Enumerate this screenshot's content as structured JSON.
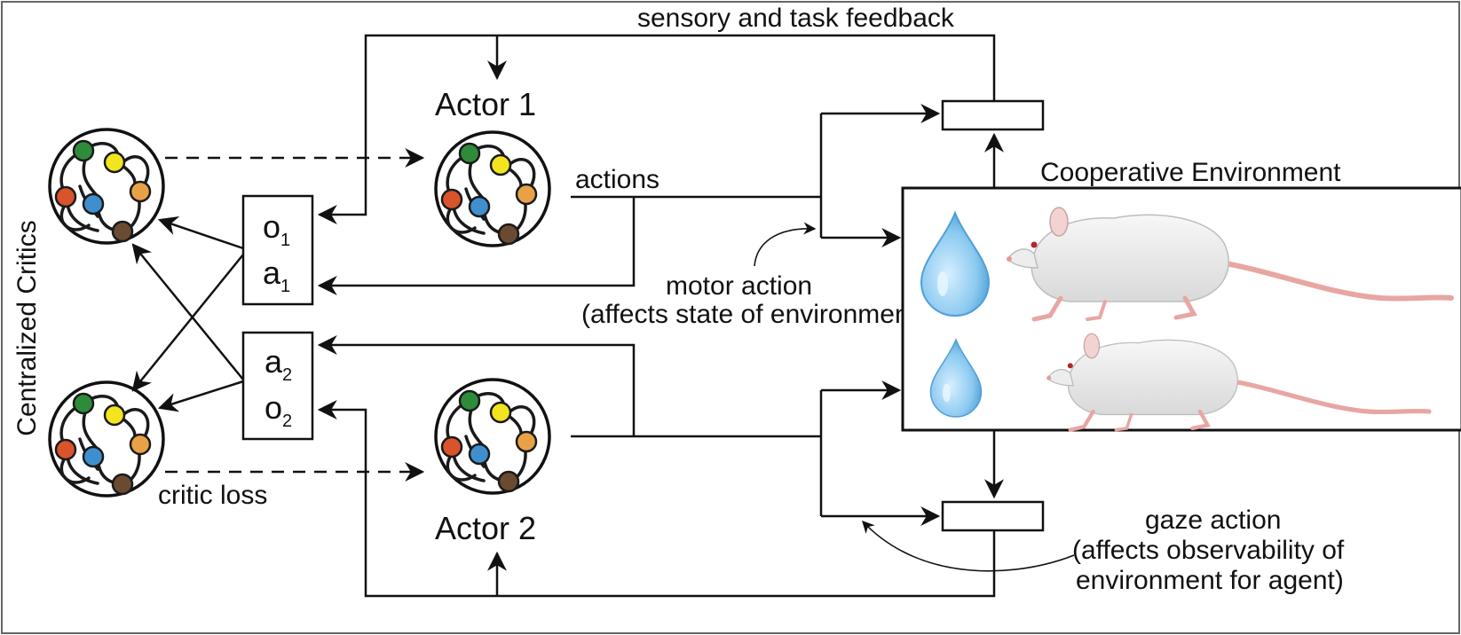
{
  "labels": {
    "feedback": "sensory and task feedback",
    "actor1": "Actor 1",
    "actor2": "Actor 2",
    "actions": "actions",
    "critics": "Centralized Critics",
    "critic_loss": "critic loss",
    "environment": "Cooperative Environment",
    "motor_action_1": "motor action",
    "motor_action_2": "(affects state of environment)",
    "gaze_action_1": "gaze action",
    "gaze_action_2": "(affects observability of",
    "gaze_action_3": "environment for agent)"
  },
  "box1": {
    "l1": "o",
    "s1": "1",
    "l2": "a",
    "s2": "1"
  },
  "box2": {
    "l1": "a",
    "s1": "2",
    "l2": "o",
    "s2": "2"
  },
  "node_colors": [
    "#2e8b3a",
    "#f2e41f",
    "#d9532b",
    "#3f8fcf",
    "#e8a245",
    "#6b4a32"
  ]
}
